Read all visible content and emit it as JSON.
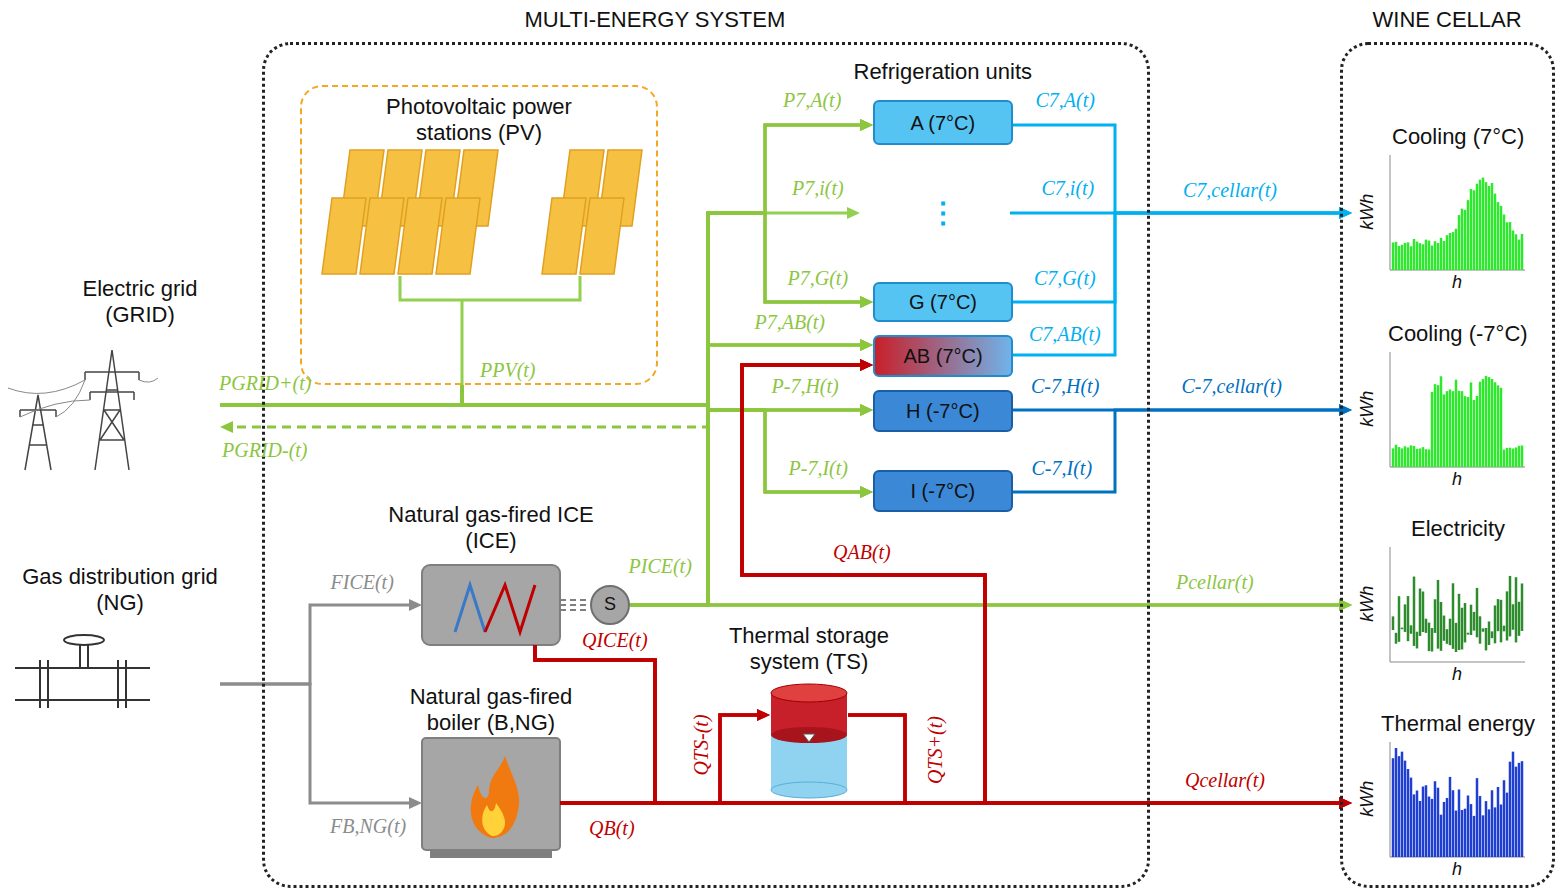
{
  "diagram": {
    "nodes": [
      {
        "text": [
          "MULTI-ENERGY SYSTEM"
        ]
      },
      {
        "text": [
          "Photovoltaic power stations (PV)"
        ],
        "in": 0
      },
      {
        "text": [
          "A (7°C)"
        ],
        "in": 0
      },
      {
        "text": [
          "G (7°C)"
        ],
        "in": 0
      },
      {
        "text": [
          "AB (7°C)"
        ],
        "in": 0
      },
      {
        "text": [
          "H (-7°C)"
        ],
        "in": 0
      },
      {
        "text": [
          "I (-7°C)"
        ],
        "in": 0
      },
      {
        "text": [
          "Natural gas-fired ICE (ICE)"
        ],
        "in": 0
      },
      {
        "text": [
          "S"
        ],
        "in": 0
      },
      {
        "text": [
          "Thermal storage system (TS)"
        ],
        "in": 0
      },
      {
        "text": [
          "Natural gas-fired boiler (B,NG)"
        ],
        "in": 0
      },
      {
        "text": [
          "WINE CELLAR"
        ]
      },
      {
        "text": [
          "Cooling (7°C)",
          "kWh",
          "h"
        ],
        "in": 11
      },
      {
        "text": [
          "Cooling (-7°C)",
          "kWh",
          "h"
        ],
        "in": 11
      },
      {
        "text": [
          "Electricity",
          "kWh",
          "h"
        ],
        "in": 11
      },
      {
        "text": [
          "Thermal energy",
          "kWh",
          "h"
        ],
        "in": 11
      },
      {
        "text": [
          "Electric grid (GRID)"
        ]
      },
      {
        "text": [
          "Gas distribution grid (NG)"
        ]
      }
    ],
    "edges": [
      {
        "from": 1,
        "to": 2,
        "arrow": "to"
      },
      {
        "from": 1,
        "to": 3,
        "arrow": "to"
      },
      {
        "from": 1,
        "to": 4,
        "arrow": "to"
      },
      {
        "from": 1,
        "to": 5,
        "arrow": "to"
      },
      {
        "from": 1,
        "to": 6,
        "arrow": "to"
      },
      {
        "from": 1,
        "to": 14,
        "arrow": "to"
      },
      {
        "from": 16,
        "to": 2,
        "arrow": "to"
      },
      {
        "from": 16,
        "to": 3,
        "arrow": "to"
      },
      {
        "from": 16,
        "to": 4,
        "arrow": "to"
      },
      {
        "from": 16,
        "to": 5,
        "arrow": "to"
      },
      {
        "from": 16,
        "to": 6,
        "arrow": "to"
      },
      {
        "from": 16,
        "to": 14,
        "arrow": "to"
      },
      {
        "from": 8,
        "to": 2,
        "arrow": "to"
      },
      {
        "from": 8,
        "to": 3,
        "arrow": "to"
      },
      {
        "from": 8,
        "to": 4,
        "arrow": "to"
      },
      {
        "from": 8,
        "to": 5,
        "arrow": "to"
      },
      {
        "from": 8,
        "to": 6,
        "arrow": "to"
      },
      {
        "from": 8,
        "to": 14,
        "arrow": "to"
      },
      {
        "from": 1,
        "to": 16,
        "arrow": "to"
      },
      {
        "from": 7,
        "to": 8,
        "arrow": "none"
      },
      {
        "from": 17,
        "to": 7,
        "arrow": "to"
      },
      {
        "from": 17,
        "to": 10,
        "arrow": "to"
      },
      {
        "from": 7,
        "to": 9,
        "arrow": "to"
      },
      {
        "from": 7,
        "to": 4,
        "arrow": "to"
      },
      {
        "from": 7,
        "to": 15,
        "arrow": "to"
      },
      {
        "from": 10,
        "to": 9,
        "arrow": "to"
      },
      {
        "from": 10,
        "to": 4,
        "arrow": "to"
      },
      {
        "from": 10,
        "to": 15,
        "arrow": "to"
      },
      {
        "from": 9,
        "to": 4,
        "arrow": "to"
      },
      {
        "from": 9,
        "to": 15,
        "arrow": "to"
      },
      {
        "from": 2,
        "to": 12,
        "arrow": "to"
      },
      {
        "from": 3,
        "to": 12,
        "arrow": "to"
      },
      {
        "from": 4,
        "to": 12,
        "arrow": "to"
      },
      {
        "from": 5,
        "to": 13,
        "arrow": "to"
      },
      {
        "from": 6,
        "to": 13,
        "arrow": "to"
      }
    ],
    "labels": [
      "Refrigeration units",
      "⋮",
      "PGRID+(t)",
      "PGRID-(t)",
      "PPV(t)",
      "P7,A(t)",
      "P7,i(t)",
      "P7,G(t)",
      "P7,AB(t)",
      "P-7,H(t)",
      "P-7,I(t)",
      "C7,A(t)",
      "C7,i(t)",
      "C7,G(t)",
      "C7,AB(t)",
      "C-7,H(t)",
      "C-7,I(t)",
      "C7,cellar(t)",
      "C-7,cellar(t)",
      "QAB(t)",
      "PICE(t)",
      "Pcellar(t)",
      "QICE(t)",
      "QTS-(t)",
      "QTS+(t)",
      "QB(t)",
      "Qcellar(t)",
      "FICE(t)",
      "FB,NG(t)"
    ]
  }
}
